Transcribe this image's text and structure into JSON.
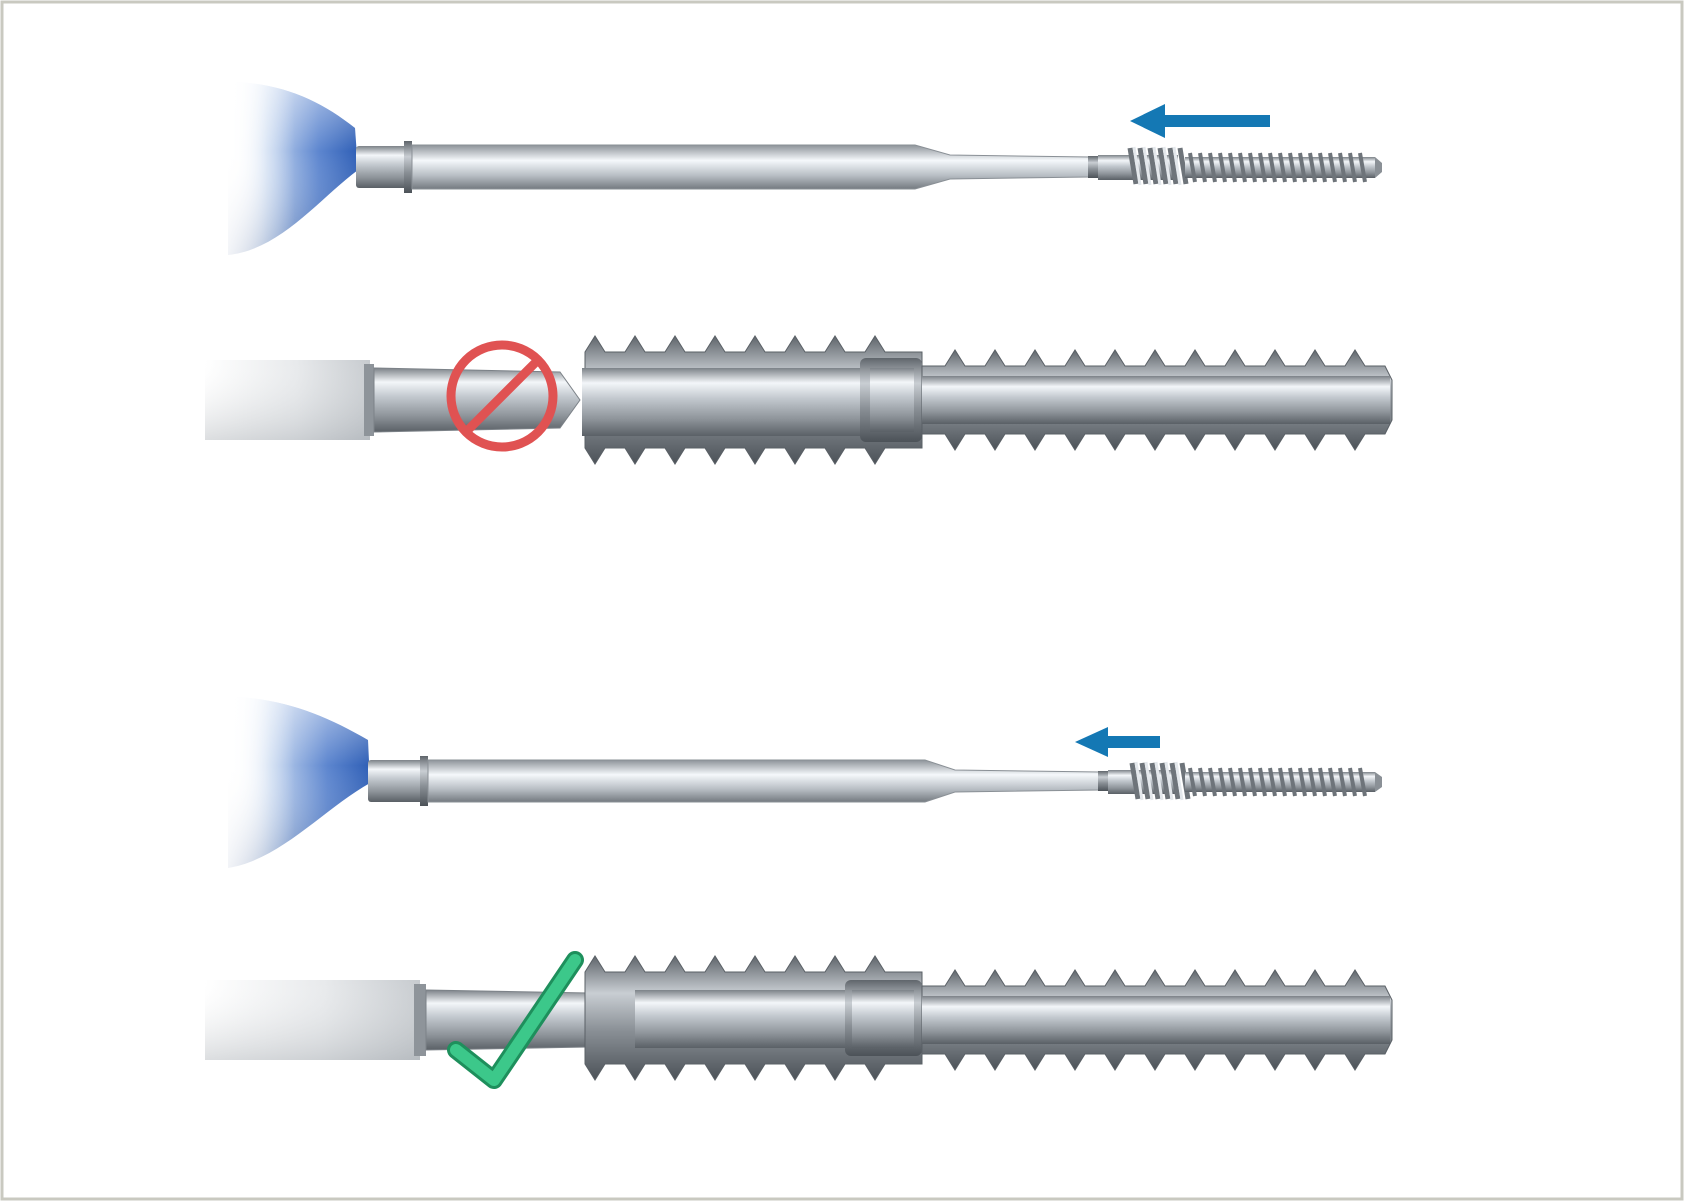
{
  "figure": {
    "kind": "surgical instrument assembly illustration",
    "panels": [
      {
        "id": "driver-with-screw-top",
        "arrow": "left",
        "arrow_color": "#1478b4"
      },
      {
        "id": "incorrect-seating",
        "indicator": "prohibited",
        "indicator_color": "#e05252"
      },
      {
        "id": "driver-with-screw-bottom",
        "arrow": "left",
        "arrow_color": "#1478b4"
      },
      {
        "id": "correct-seating",
        "indicator": "correct",
        "indicator_color": "#2fb57a"
      }
    ],
    "colors": {
      "frame": "#c9c9c0",
      "handle_blue": "#3e6ec2",
      "metal_light": "#e9eef3",
      "metal_mid": "#aeb4ba",
      "metal_dark": "#6e747a"
    }
  }
}
